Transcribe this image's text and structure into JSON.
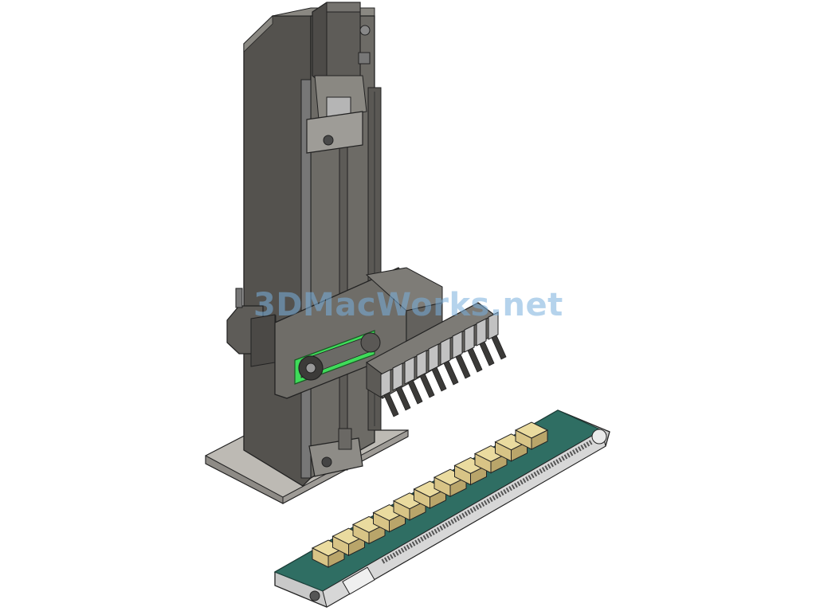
{
  "watermark": {
    "text": "3DMacWorks.net"
  },
  "colors": {
    "background": "#ffffff",
    "column_front": "#6d6b66",
    "column_side": "#54524e",
    "column_top": "#8a8882",
    "base_plate": "#bdbab4",
    "belt_drive": "#3fdc5a",
    "conveyor_belt": "#2f6e63",
    "conveyor_frame": "#c9c9c9",
    "product": "#d8c486",
    "gripper": "#c2c2c2"
  },
  "scene": {
    "product_count": 11,
    "gripper_count": 10
  }
}
